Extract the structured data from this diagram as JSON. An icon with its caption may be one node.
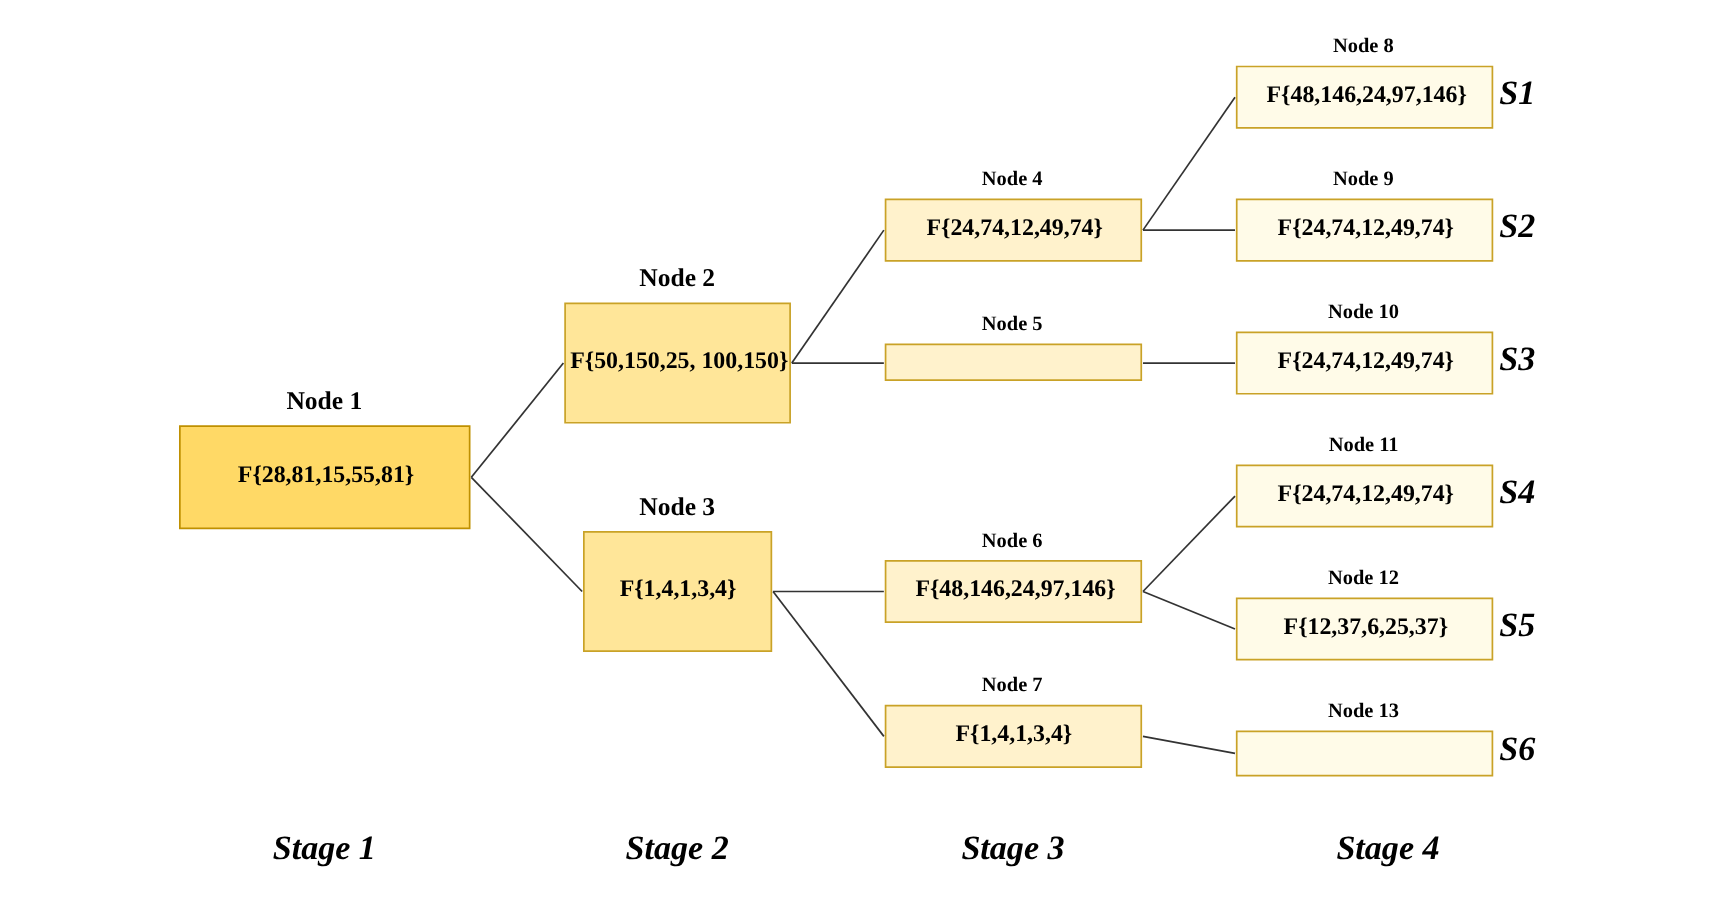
{
  "diagram": {
    "nodes": [
      {
        "text": [
          "Node 1",
          "F{28,81,15,55,81}"
        ]
      },
      {
        "text": [
          "Node 2",
          "F{50,150,25, 100,150}"
        ]
      },
      {
        "text": [
          "Node 3",
          "F{1,4,1,3,4}"
        ]
      },
      {
        "text": [
          "Node 4",
          "F{24,74,12,49,74}"
        ]
      },
      {
        "text": [
          "Node 5"
        ]
      },
      {
        "text": [
          "Node 6",
          "F{48,146,24,97,146}"
        ]
      },
      {
        "text": [
          "Node 7",
          "F{1,4,1,3,4}"
        ]
      },
      {
        "text": [
          "Node 8",
          "F{48,146,24,97,146}"
        ],
        "beside": [
          "S1"
        ]
      },
      {
        "text": [
          "Node 9",
          "F{24,74,12,49,74}"
        ],
        "beside": [
          "S2"
        ]
      },
      {
        "text": [
          "Node 10",
          "F{24,74,12,49,74}"
        ],
        "beside": [
          "S3"
        ]
      },
      {
        "text": [
          "Node 11",
          "F{24,74,12,49,74}"
        ],
        "beside": [
          "S4"
        ]
      },
      {
        "text": [
          "Node 12",
          "F{12,37,6,25,37}"
        ],
        "beside": [
          "S5"
        ]
      },
      {
        "text": [
          "Node 13"
        ],
        "beside": [
          "S6"
        ]
      }
    ],
    "edges": [
      {
        "from": 0,
        "to": 1,
        "arrow": "none"
      },
      {
        "from": 0,
        "to": 2,
        "arrow": "none"
      },
      {
        "from": 1,
        "to": 3,
        "arrow": "none"
      },
      {
        "from": 1,
        "to": 4,
        "arrow": "none"
      },
      {
        "from": 2,
        "to": 5,
        "arrow": "none"
      },
      {
        "from": 2,
        "to": 6,
        "arrow": "none"
      },
      {
        "from": 3,
        "to": 7,
        "arrow": "none"
      },
      {
        "from": 3,
        "to": 8,
        "arrow": "none"
      },
      {
        "from": 4,
        "to": 9,
        "arrow": "none"
      },
      {
        "from": 5,
        "to": 10,
        "arrow": "none"
      },
      {
        "from": 5,
        "to": 11,
        "arrow": "none"
      },
      {
        "from": 6,
        "to": 12,
        "arrow": "none"
      }
    ],
    "labels": [
      "Stage 1",
      "Stage 2",
      "Stage 3",
      "Stage 4"
    ]
  }
}
